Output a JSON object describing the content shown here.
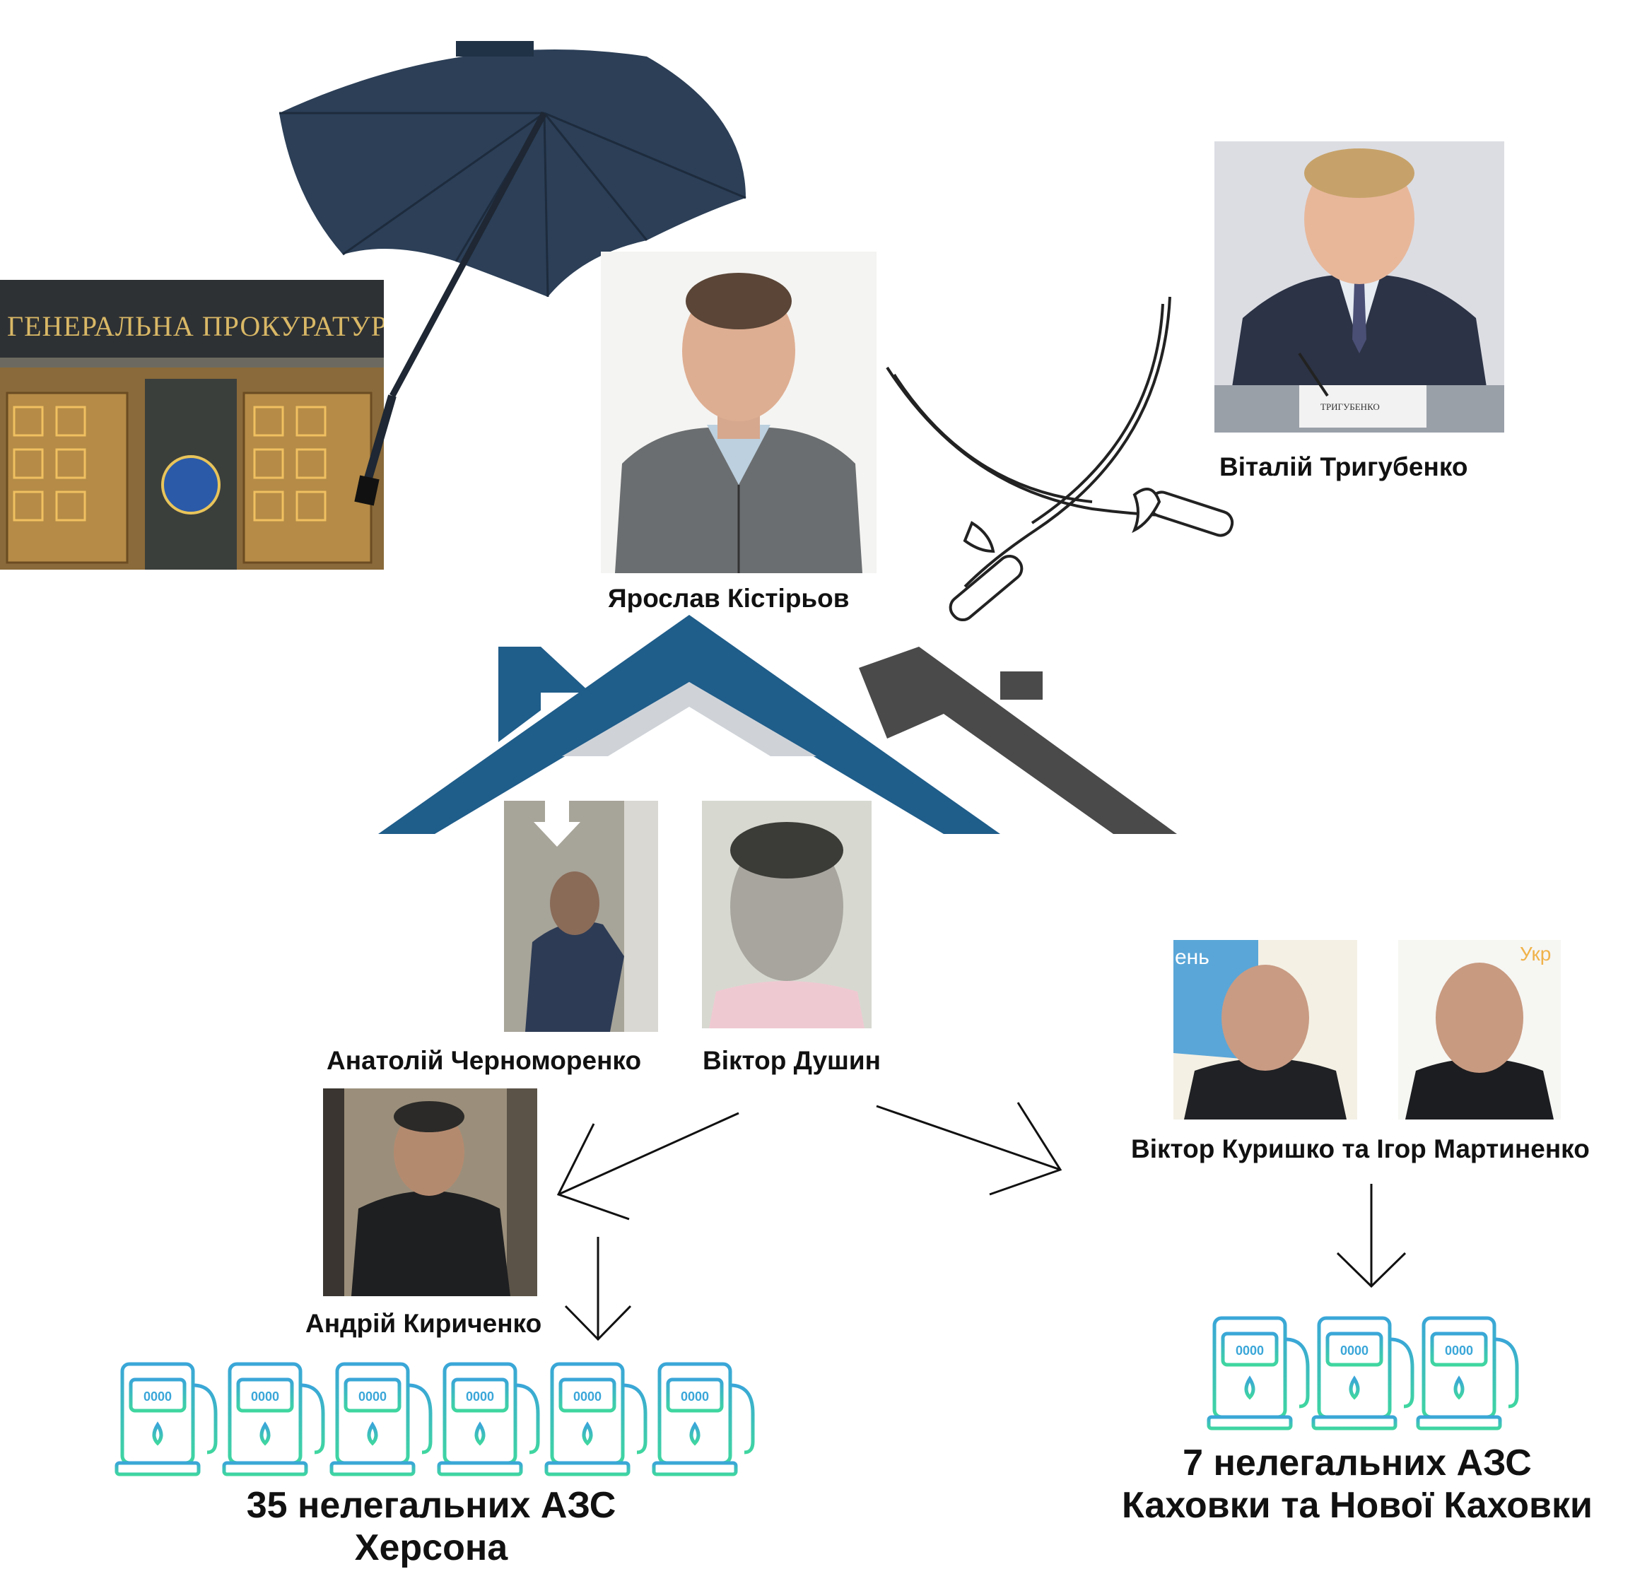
{
  "building_sign": "ГЕНЕРАЛЬНА ПРОКУРАТУРА УКР",
  "people": {
    "kistiriov": "Ярослав Кістірьов",
    "tryhubenko": "Віталій Тригубенко",
    "chornomorenko": "Анатолій Черноморенко",
    "dushyn": "Віктор Душин",
    "kurishko_martynenko": "Віктор Куришко та Ігор Мартиненко",
    "kyrychenko": "Андрій Кириченко"
  },
  "nameplate": "ТРИГУБЕНКО",
  "pump_display": "0000",
  "kherson": {
    "line1": "35 нелегальних АЗС",
    "line2": "Херсона",
    "pumps": 6
  },
  "kakhovka": {
    "line1": "7 нелегальних АЗС",
    "line2": "Каховки та Нової Каховки",
    "pumps": 3
  },
  "backdrop_text_left": "ень",
  "backdrop_text_right": "Укр",
  "colors": {
    "house_blue": "#1f5d8a",
    "house_gray": "#4a4a4a",
    "pump_green": "#3fd6a0",
    "pump_blue": "#3aa6d8",
    "umbrella": "#2c3f57"
  }
}
